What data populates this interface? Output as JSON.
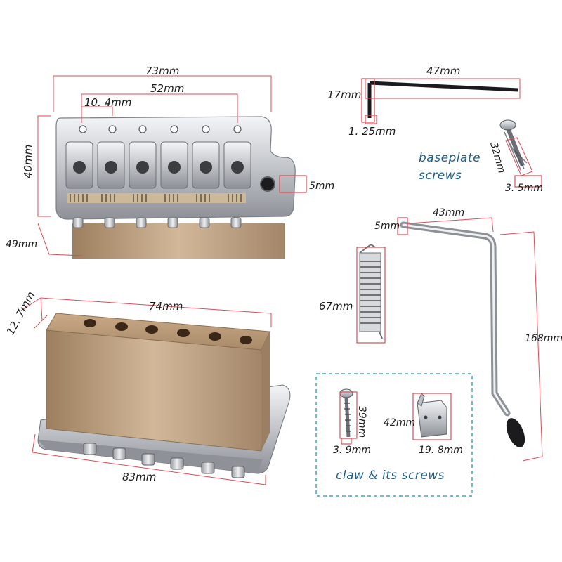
{
  "labels": {
    "bridge_width": "73mm",
    "hole_span": "52mm",
    "string_spacing": "10. 4mm",
    "bridge_depth": "40mm",
    "total_height": "49mm",
    "arm_hole": "5mm",
    "block_width": "74mm",
    "block_thickness": "12. 7mm",
    "baseplate_width": "83mm",
    "wrench_length": "47mm",
    "wrench_arm": "17mm",
    "wrench_thickness": "1. 25mm",
    "base_screw_length": "32mm",
    "base_screw_dia": "3. 5mm",
    "spring_length": "67mm",
    "bar_diameter": "5mm",
    "bar_top": "43mm",
    "bar_length": "168mm",
    "claw_screw_length": "39mm",
    "claw_screw_dia": "3. 9mm",
    "claw_height": "42mm",
    "claw_width": "19. 8mm"
  },
  "captions": {
    "baseplate_screws_line1": "baseplate",
    "baseplate_screws_line2": "screws",
    "claw": "claw & its screws"
  },
  "colors": {
    "guide": "#e04a55",
    "caption": "#1f5f8b",
    "dashed_box": "#3fa7c0",
    "chrome": "#c9ccd1",
    "brass": "#b89a78"
  }
}
